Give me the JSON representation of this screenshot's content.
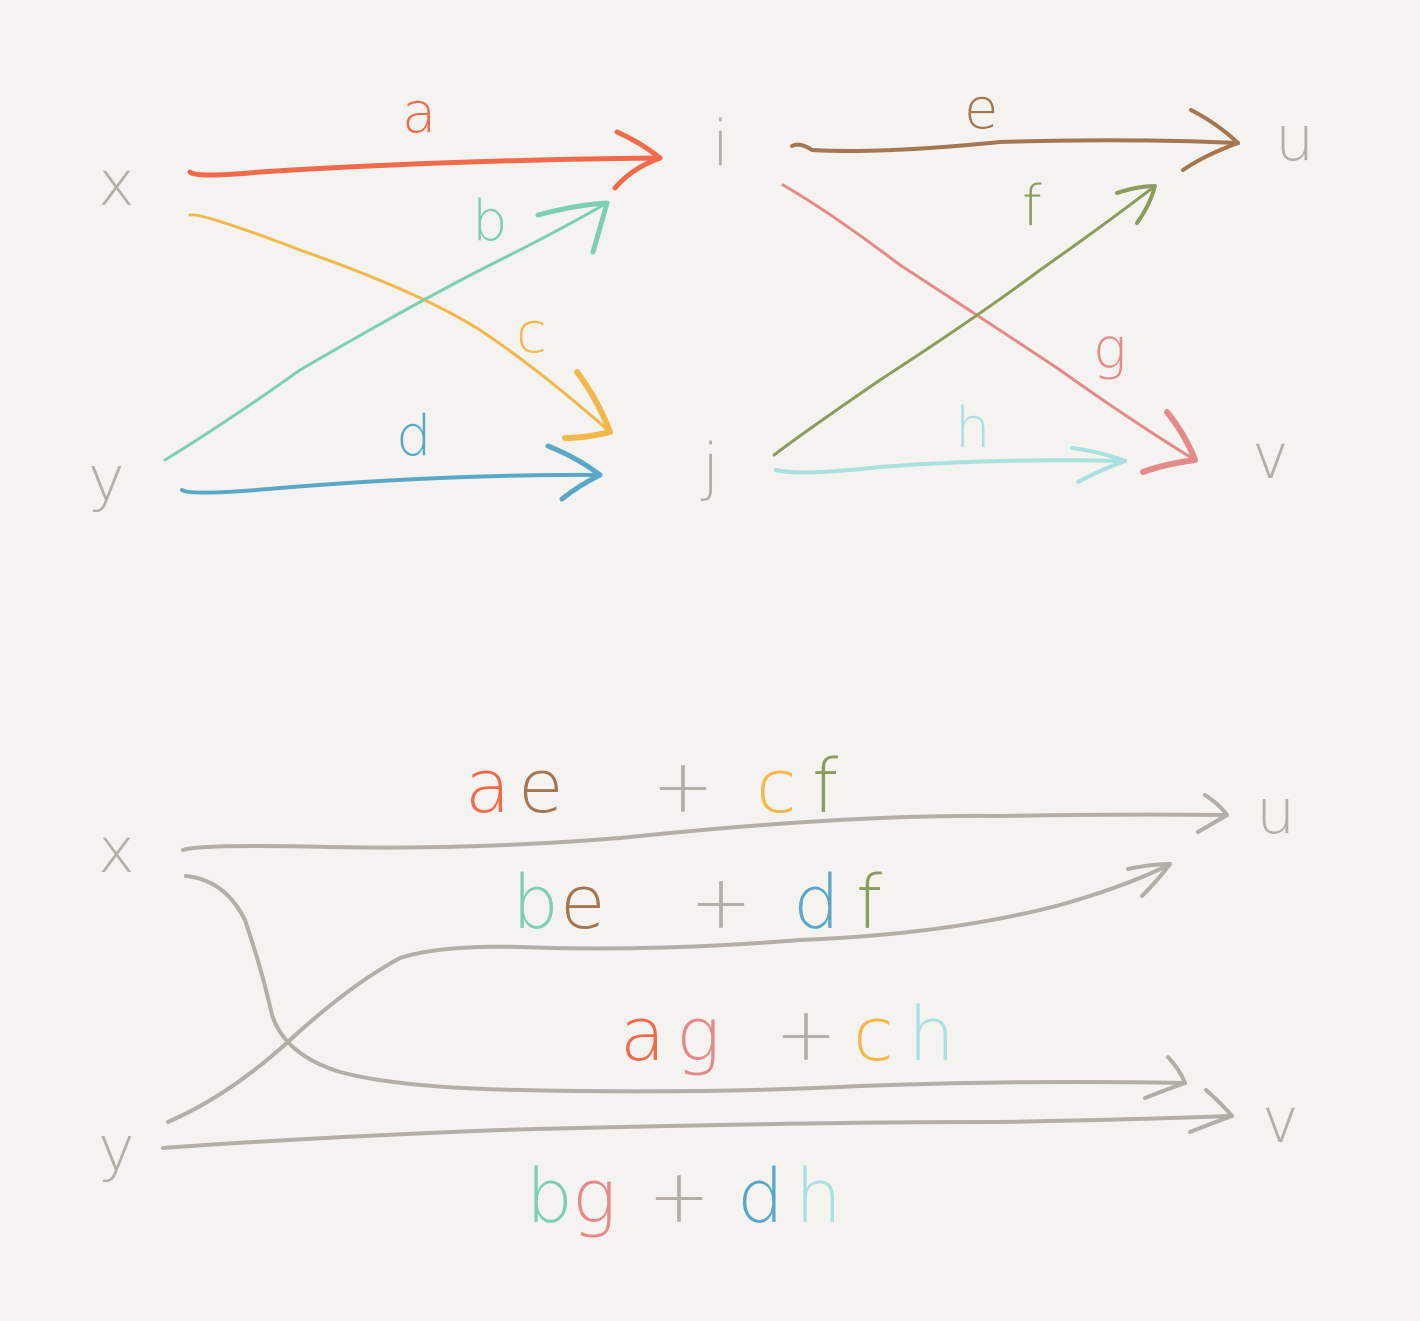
{
  "colors": {
    "a": "#f26a4c",
    "b": "#7ccfb2",
    "c": "#f2b84b",
    "d": "#5aa8c8",
    "e": "#a47652",
    "f": "#8a9c5e",
    "g": "#e48a8a",
    "h": "#a9e0e0",
    "node": "#b3aea6",
    "background": "#f5f3ef"
  },
  "top_graph": {
    "nodes": {
      "x": "x",
      "y": "y",
      "i": "i",
      "j": "j",
      "u": "u",
      "v": "v"
    },
    "edges": {
      "a": {
        "label": "a",
        "from": "x",
        "to": "i"
      },
      "b": {
        "label": "b",
        "from": "y",
        "to": "i"
      },
      "c": {
        "label": "c",
        "from": "x",
        "to": "j"
      },
      "d": {
        "label": "d",
        "from": "y",
        "to": "j"
      },
      "e": {
        "label": "e",
        "from": "i",
        "to": "u"
      },
      "f": {
        "label": "f",
        "from": "j",
        "to": "u"
      },
      "g": {
        "label": "g",
        "from": "i",
        "to": "v"
      },
      "h": {
        "label": "h",
        "from": "j",
        "to": "v"
      }
    }
  },
  "bottom_graph": {
    "nodes": {
      "x": "x",
      "y": "y",
      "u": "u",
      "v": "v"
    },
    "plus": "+",
    "paths": {
      "xu": {
        "from": "x",
        "to": "u",
        "t1": [
          "a",
          "e"
        ],
        "t2": [
          "c",
          "f"
        ]
      },
      "yu": {
        "from": "y",
        "to": "u",
        "t1": [
          "b",
          "e"
        ],
        "t2": [
          "d",
          "f"
        ]
      },
      "xv": {
        "from": "x",
        "to": "v",
        "t1": [
          "a",
          "g"
        ],
        "t2": [
          "c",
          "h"
        ]
      },
      "yv": {
        "from": "y",
        "to": "v",
        "t1": [
          "b",
          "g"
        ],
        "t2": [
          "d",
          "h"
        ]
      }
    }
  }
}
